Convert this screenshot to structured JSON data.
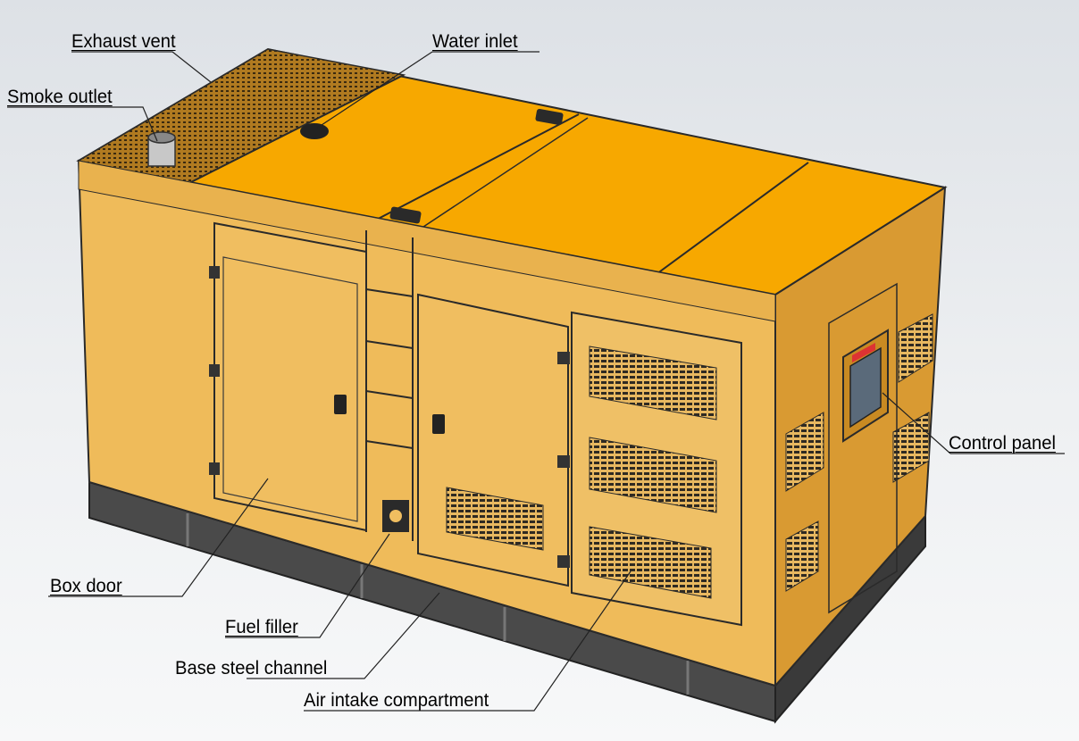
{
  "diagram": {
    "colors": {
      "panel": "#f0b44a",
      "panel_front": "#efbb5a",
      "panel_side": "#d99a32",
      "top": "#f7a800",
      "base": "#4a4a4a",
      "outline": "#2a2a2a"
    },
    "labels": {
      "exhaust_vent": "Exhaust vent",
      "smoke_outlet": "Smoke outlet",
      "water_inlet": "Water inlet",
      "control_panel": "Control panel",
      "box_door": "Box door",
      "fuel_filler": "Fuel filler",
      "base_steel_channel": "Base steel channel",
      "air_intake_compartment": "Air intake compartment"
    }
  }
}
